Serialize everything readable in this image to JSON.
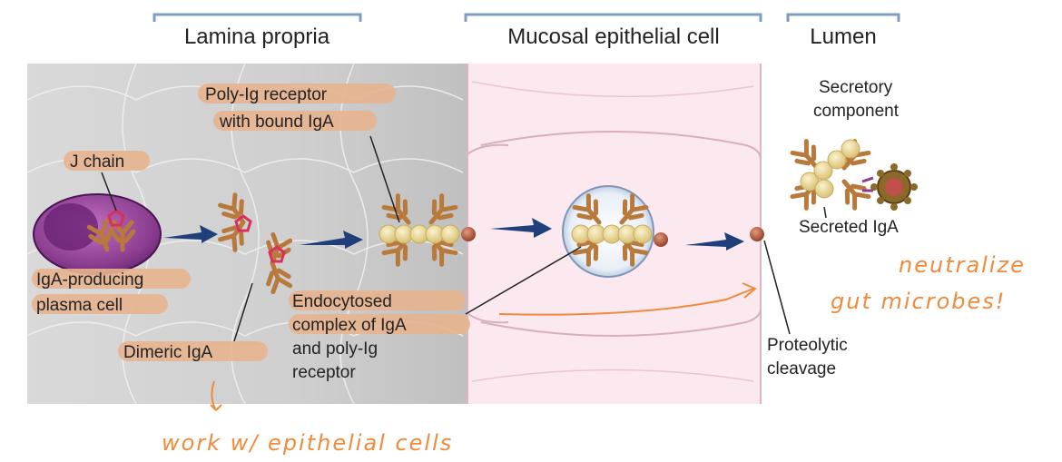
{
  "headers": {
    "lamina": "Lamina propria",
    "epithelial": "Mucosal epithelial cell",
    "lumen": "Lumen"
  },
  "labels": {
    "j_chain": "J chain",
    "iga_producing_1": "IgA-producing",
    "iga_producing_2": "plasma cell",
    "poly_ig_1": "Poly-Ig receptor",
    "poly_ig_2": "with bound IgA",
    "dimeric": "Dimeric IgA",
    "endo_1": "Endocytosed",
    "endo_2": "complex of IgA",
    "endo_3": "and poly-Ig",
    "endo_4": "receptor",
    "proteo_1": "Proteolytic",
    "proteo_2": "cleavage",
    "secretory_1": "Secretory",
    "secretory_2": "component",
    "secreted": "Secreted IgA"
  },
  "notes": {
    "neutralize_1": "neutralize",
    "neutralize_2": "gut microbes!",
    "work": "work w/ epithelial cells"
  },
  "colors": {
    "label_highlight": "#e8b48f",
    "arrow": "#1f3f7a",
    "antibody": "#b8793a",
    "bead": "#e9d79a",
    "handwriting": "#f08a3c",
    "cell_interior": "#fbe9ef",
    "tissue": "#d8d8d8"
  }
}
